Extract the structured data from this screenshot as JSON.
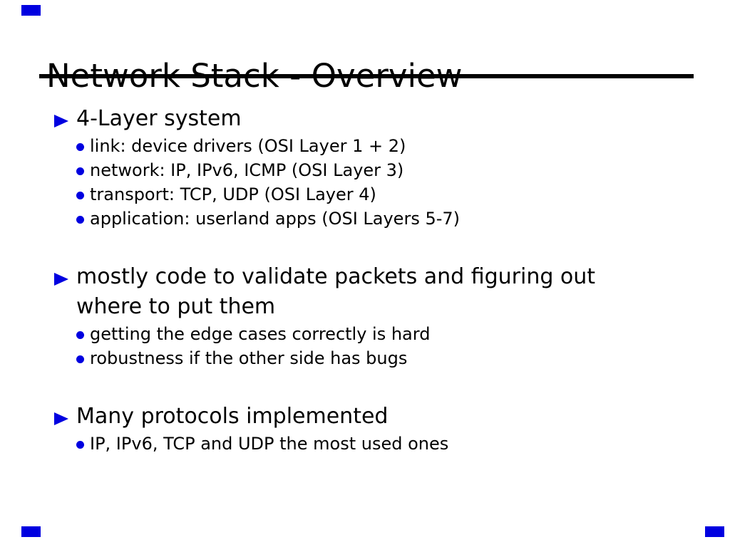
{
  "slide": {
    "title": "Network Stack - Overview",
    "accent_color": "#0000e0",
    "sections": [
      {
        "heading": "4-Layer system",
        "items": [
          "link: device drivers (OSI Layer 1 + 2)",
          "network: IP, IPv6, ICMP (OSI Layer 3)",
          "transport: TCP, UDP (OSI Layer 4)",
          "application: userland apps (OSI Layers 5-7)"
        ]
      },
      {
        "heading_lines": [
          "mostly code to validate packets and figuring out",
          "where to put them"
        ],
        "items": [
          "getting the edge cases correctly is hard",
          "robustness if the other side has bugs"
        ]
      },
      {
        "heading": "Many protocols implemented",
        "items": [
          "IP, IPv6, TCP and UDP the most used ones"
        ]
      }
    ]
  }
}
